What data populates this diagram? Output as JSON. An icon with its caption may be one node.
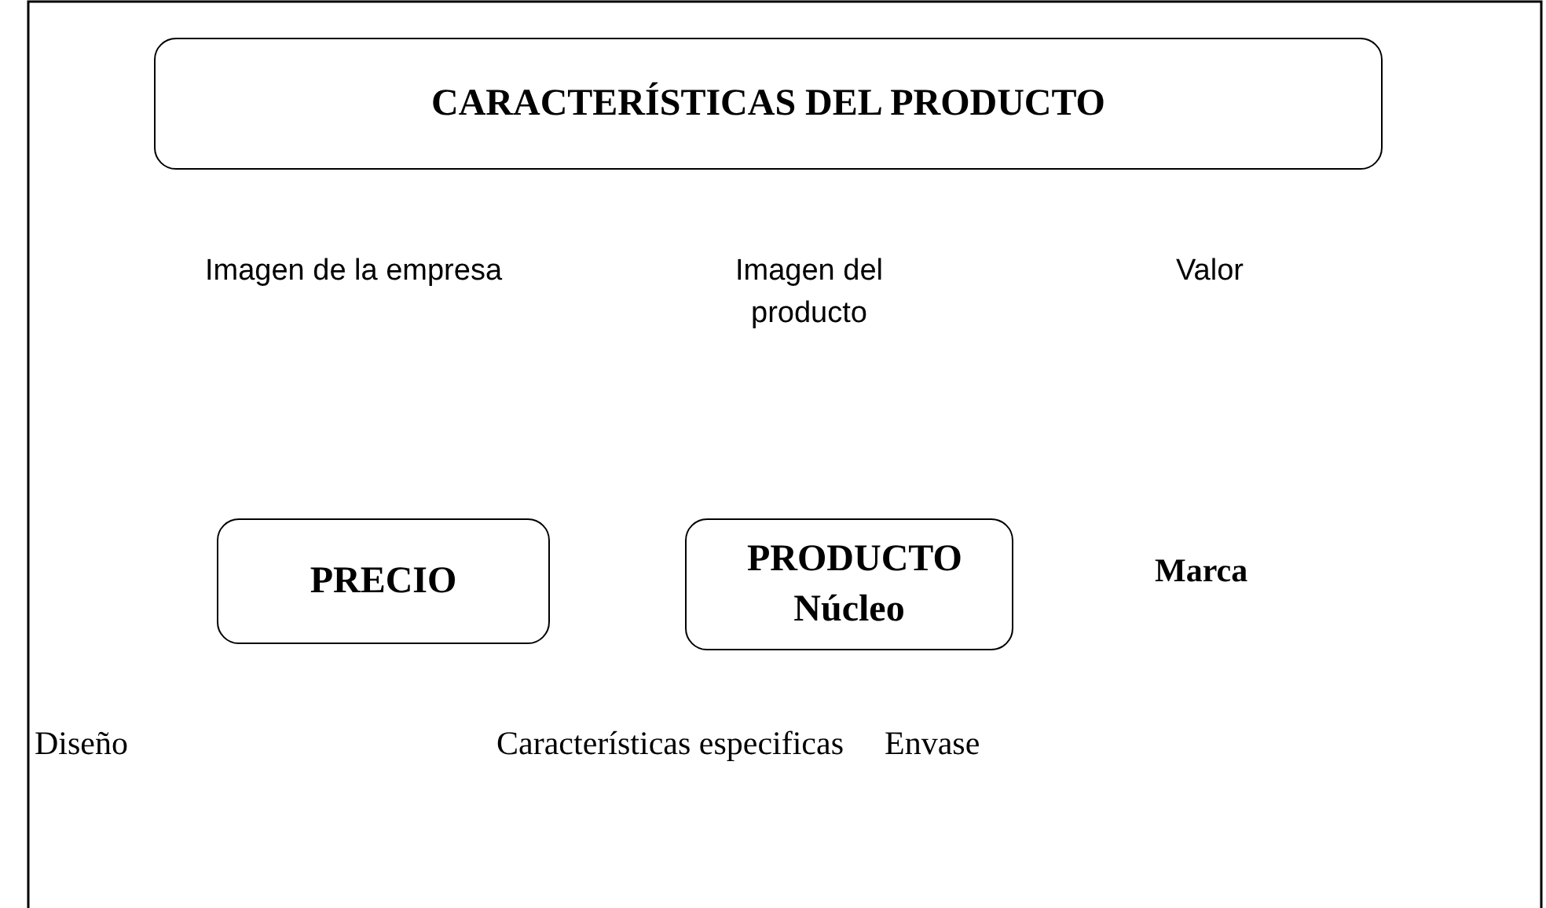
{
  "diagram": {
    "nodes": [
      {
        "text": [
          "CARACTERÍSTICAS DEL PRODUCTO"
        ]
      },
      {
        "text": [
          "PRECIO"
        ]
      },
      {
        "text": [
          "PRODUCTO Núcleo"
        ]
      }
    ],
    "labels": [
      "Imagen de la empresa",
      "Imagen del producto",
      "Valor",
      "Marca",
      "Diseño",
      "Características especificas",
      "Envase"
    ]
  }
}
